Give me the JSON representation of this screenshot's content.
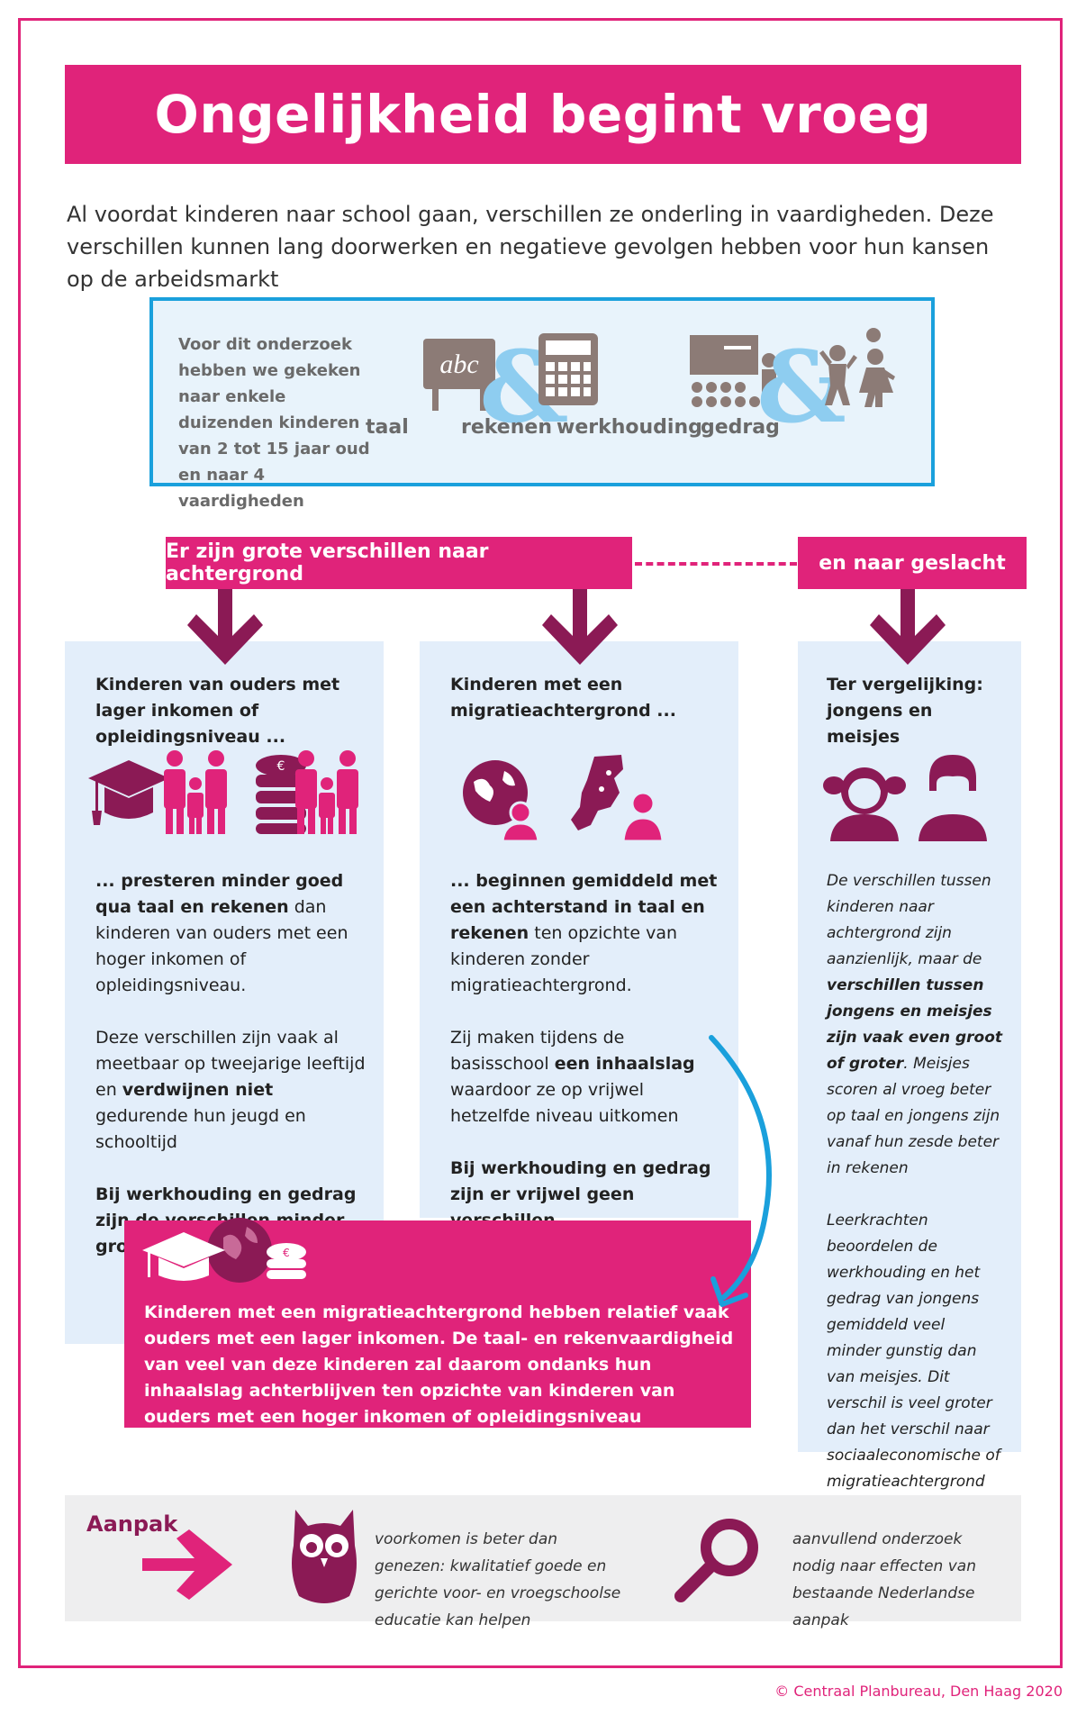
{
  "title": "Ongelijkheid begint vroeg",
  "intro": "Al voordat kinderen naar school gaan, verschillen ze onderling in vaardigheden. Deze verschillen kunnen lang doorwerken en negatieve gevolgen hebben voor hun kansen op de arbeidsmarkt",
  "study": {
    "text": "Voor dit onderzoek hebben we gekeken naar enkele duizenden kinderen van 2 tot 15 jaar oud en naar 4 vaardigheden",
    "skills": [
      "taal",
      "rekenen",
      "werkhouding",
      "gedrag"
    ],
    "abc_text": "abc"
  },
  "tags": {
    "background": "Er zijn grote verschillen naar achtergrond",
    "gender": "en naar geslacht"
  },
  "columns": {
    "income": {
      "heading": "Kinderen van ouders met lager inkomen of opleidingsniveau ...",
      "p1_bold": "... presteren minder goed qua taal en rekenen",
      "p1_rest": " dan kinderen van ouders met een hoger inkomen of opleidingsniveau.",
      "p2_a": "Deze verschillen zijn vaak al meetbaar op tweejarige leeftijd en ",
      "p2_bold": "verdwijnen niet",
      "p2_b": " gedurende hun jeugd en schooltijd",
      "p3_bold": "Bij werkhouding en gedrag zijn de verschillen minder groot"
    },
    "migration": {
      "heading": "Kinderen met een migratieachtergrond ...",
      "p1_bold": "... beginnen gemiddeld met een achterstand in taal en rekenen",
      "p1_rest": " ten opzichte van kinderen zonder migratieachtergrond.",
      "p2_a": "Zij maken tijdens de basisschool ",
      "p2_bold": "een inhaalslag",
      "p2_b": " waardoor ze op vrijwel hetzelfde niveau uitkomen",
      "p3_bold": "Bij werkhouding en gedrag zijn er vrijwel geen verschillen"
    },
    "gender": {
      "heading": "Ter vergelijking: jongens en meisjes",
      "p1_a": "De verschillen tussen kinderen naar achtergrond zijn aanzienlijk, maar de ",
      "p1_bold": "verschillen tussen jongens en meisjes zijn vaak even groot of groter",
      "p1_b": ". Meisjes scoren al vroeg beter op taal en jongens zijn vanaf hun zesde beter in rekenen",
      "p2": "Leerkrachten beoordelen de werkhouding en het gedrag van jongens gemiddeld veel minder gunstig dan van meisjes. Dit verschil is veel groter dan het verschil naar sociaaleconomische of migratieachtergrond"
    }
  },
  "summary": "Kinderen met een migratieachtergrond hebben relatief vaak ouders met een lager inkomen. De taal- en rekenvaardigheid van veel van deze kinderen zal daarom ondanks hun inhaalslag achterblijven ten opzichte van kinderen van ouders met een hoger inkomen of opleidingsniveau",
  "approach": {
    "label": "Aanpak",
    "item1": "voorkomen is beter dan genezen: kwalitatief goede en gerichte voor- en vroegschoolse educatie kan helpen",
    "item2": "aanvullend onderzoek nodig naar effecten van bestaande Nederlandse aanpak"
  },
  "copyright": "© Centraal Planbureau, Den Haag 2020",
  "colors": {
    "pink": "#e0237a",
    "plum": "#8b1a55",
    "blue": "#1aa0dc",
    "lightblue": "#e3eefa",
    "taupe": "#8c7b76"
  }
}
